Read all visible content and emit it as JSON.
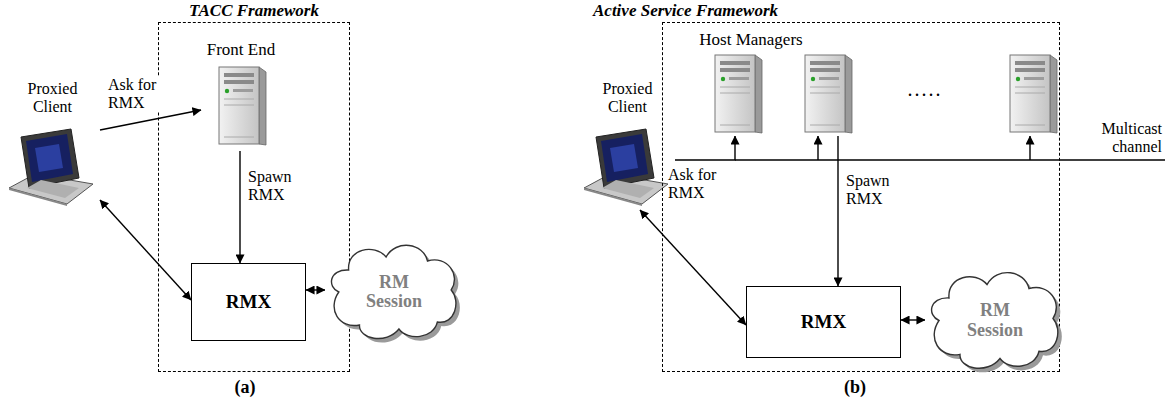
{
  "diagram": {
    "nodes": [
      {
        "text": [
          "Proxied Client"
        ]
      },
      {
        "text": [
          "TACC Framework"
        ]
      },
      {
        "text": [
          "Front End"
        ],
        "in": 1
      },
      {
        "text": [
          "RMX"
        ],
        "in": 1
      },
      {
        "text": [
          "RM Session"
        ]
      },
      {
        "text": [
          "Proxied Client"
        ]
      },
      {
        "text": [
          "Active Service Framework"
        ]
      },
      {
        "text": [
          "Host Managers"
        ],
        "in": 6
      },
      {
        "text": [
          "RMX"
        ],
        "in": 6
      },
      {
        "text": [
          "RM Session"
        ]
      }
    ],
    "edges": [
      {
        "from": 0,
        "to": 2,
        "label": "Ask for RMX",
        "arrow": "to"
      },
      {
        "from": 2,
        "to": 3,
        "label": "Spawn RMX",
        "arrow": "to"
      },
      {
        "from": 0,
        "to": 3,
        "arrow": "both"
      },
      {
        "from": 3,
        "to": 4,
        "arrow": "both"
      },
      {
        "from": 5,
        "to": 7,
        "label": "Ask for RMX",
        "arrow": "to"
      },
      {
        "from": 7,
        "to": 8,
        "label": "Spawn RMX",
        "arrow": "to"
      },
      {
        "from": 5,
        "to": 8,
        "arrow": "both"
      },
      {
        "from": 8,
        "to": 9,
        "arrow": "both"
      }
    ],
    "labels": [
      "(a)",
      "(b)",
      "Multicast channel",
      "....."
    ]
  }
}
